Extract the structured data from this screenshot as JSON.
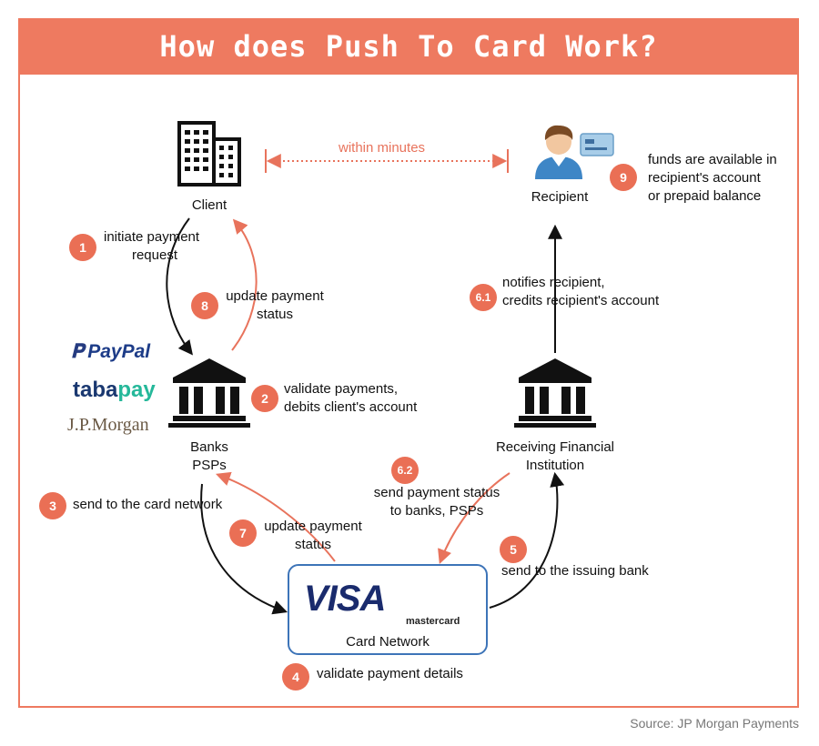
{
  "title": "How does Push To Card Work?",
  "nodes": {
    "client": "Client",
    "recipient": "Recipient",
    "banks_line1": "Banks",
    "banks_line2": "PSPs",
    "rfi_line1": "Receiving Financial",
    "rfi_line2": "Institution",
    "card_network": "Card Network"
  },
  "within_minutes": "within minutes",
  "steps": {
    "s1": {
      "num": "1",
      "line1": "initiate payment",
      "line2": "request"
    },
    "s2": {
      "num": "2",
      "line1": "validate payments,",
      "line2": "debits client's account"
    },
    "s3": {
      "num": "3",
      "line1": "send to the card network"
    },
    "s4": {
      "num": "4",
      "line1": "validate payment details"
    },
    "s5": {
      "num": "5",
      "line1": "send to the issuing bank"
    },
    "s61": {
      "num": "6.1",
      "line1": "notifies recipient,",
      "line2": "credits recipient's account"
    },
    "s62": {
      "num": "6.2",
      "line1": "send payment status",
      "line2": "to banks, PSPs"
    },
    "s7": {
      "num": "7",
      "line1": "update payment",
      "line2": "status"
    },
    "s8": {
      "num": "8",
      "line1": "update payment",
      "line2": "status"
    },
    "s9": {
      "num": "9",
      "line1": "funds are available in",
      "line2": "recipient's account",
      "line3": "or prepaid balance"
    }
  },
  "logos": {
    "paypal": "PayPal",
    "tabapay_a": "taba",
    "tabapay_b": "pay",
    "jpmorgan": "J.P.Morgan",
    "visa": "VISA",
    "mastercard": "mastercard"
  },
  "source": "Source: JP Morgan Payments",
  "colors": {
    "accent": "#ee7a60",
    "badge": "#ea6f55",
    "card_border": "#3d74b8",
    "visa_blue": "#1a2b6d",
    "mc_red": "#eb001b",
    "mc_orange": "#f79e1b"
  }
}
